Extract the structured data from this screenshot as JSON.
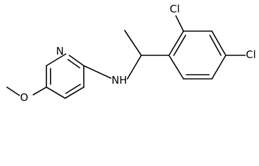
{
  "molecule": {
    "atoms": {
      "pyridine_n": "N",
      "methoxy_o": "O",
      "amine_nh": "NH",
      "chlorine_ortho": "Cl",
      "chlorine_para": "Cl"
    },
    "colors": {
      "bond": "#000000",
      "label": "#000000",
      "background": "#ffffff"
    }
  }
}
